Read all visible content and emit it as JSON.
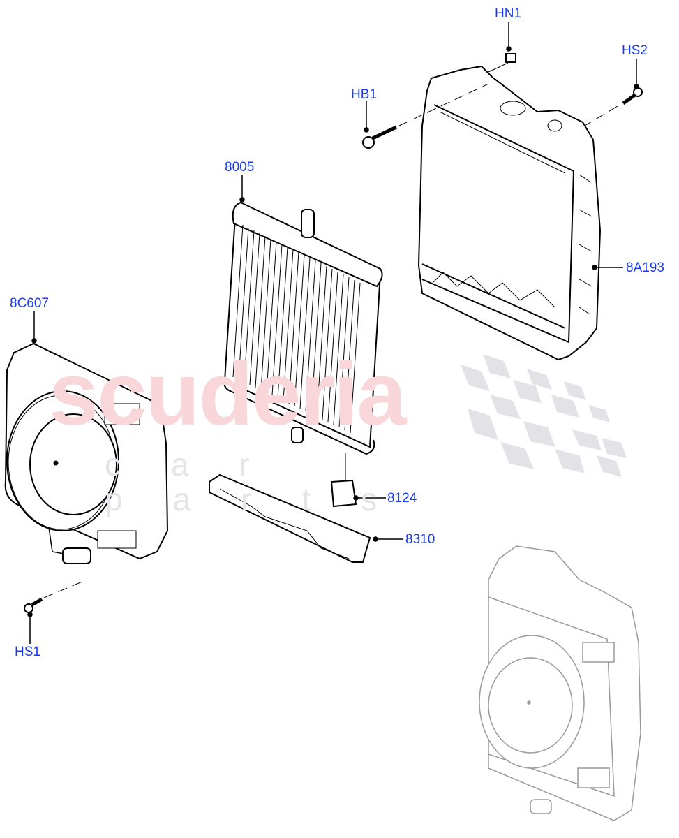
{
  "diagram": {
    "type": "exploded parts diagram",
    "subject": "Radiator / cooling fan assembly",
    "watermark": {
      "main": "scuderia",
      "sub": "car parts",
      "main_color": "#f8d6d9",
      "sub_color": "#e6e4e8"
    },
    "label_color": "#1a3cf0",
    "line_color": "#000000",
    "callouts": [
      {
        "id": "HN1",
        "label": "HN1",
        "part": "clip nut"
      },
      {
        "id": "HS2",
        "label": "HS2",
        "part": "screw"
      },
      {
        "id": "HB1",
        "label": "HB1",
        "part": "flange bolt"
      },
      {
        "id": "8005",
        "label": "8005",
        "part": "radiator / cooler core"
      },
      {
        "id": "8A193",
        "label": "8A193",
        "part": "radiator frame / shroud"
      },
      {
        "id": "8C607",
        "label": "8C607",
        "part": "cooling fan and shroud"
      },
      {
        "id": "8124",
        "label": "8124",
        "part": "mounting insulator"
      },
      {
        "id": "8310",
        "label": "8310",
        "part": "lower support bracket"
      },
      {
        "id": "HS1",
        "label": "HS1",
        "part": "screw"
      }
    ],
    "reference_view": "assembled fan and frame (greyed)"
  }
}
